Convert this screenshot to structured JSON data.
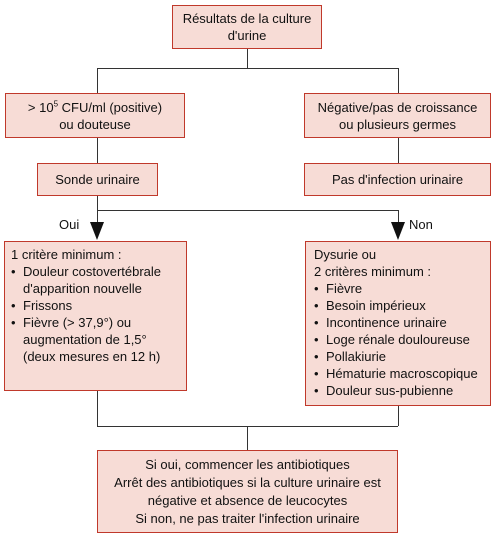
{
  "colors": {
    "box_fill": "#f7dcd6",
    "box_border": "#c0392b",
    "line": "#333333"
  },
  "top": {
    "line1": "Résultats de la culture",
    "line2": "d'urine"
  },
  "positive": {
    "prefix": "> 10",
    "exp": "5",
    "rest": " CFU/ml (positive)",
    "line2": "ou douteuse"
  },
  "negative": {
    "line1": "Négative/pas de croissance",
    "line2": "ou plusieurs germes"
  },
  "sonde": {
    "label": "Sonde urinaire"
  },
  "pas_infection": {
    "label": "Pas d'infection urinaire"
  },
  "branch": {
    "oui": "Oui",
    "non": "Non"
  },
  "left_criteria": {
    "heading": "1 critère minimum :",
    "items": [
      {
        "l1": "Douleur costovertébrale",
        "l2": "d'apparition nouvelle"
      },
      {
        "l1": "Frissons"
      },
      {
        "l1": "Fièvre (> 37,9°) ou",
        "l2": "augmentation de 1,5°",
        "l3": "(deux mesures en 12 h)"
      }
    ]
  },
  "right_criteria": {
    "heading1": "Dysurie ou",
    "heading2": "2 critères minimum :",
    "items": [
      "Fièvre",
      "Besoin impérieux",
      "Incontinence urinaire",
      "Loge rénale douloureuse",
      "Pollakiurie",
      "Hématurie macroscopique",
      "Douleur sus-pubienne"
    ]
  },
  "bottom": {
    "line1": "Si oui, commencer les antibiotiques",
    "line2": "Arrêt des antibiotiques si la culture urinaire est",
    "line3": "négative et absence de leucocytes",
    "line4": "Si non, ne pas traiter l'infection urinaire"
  }
}
